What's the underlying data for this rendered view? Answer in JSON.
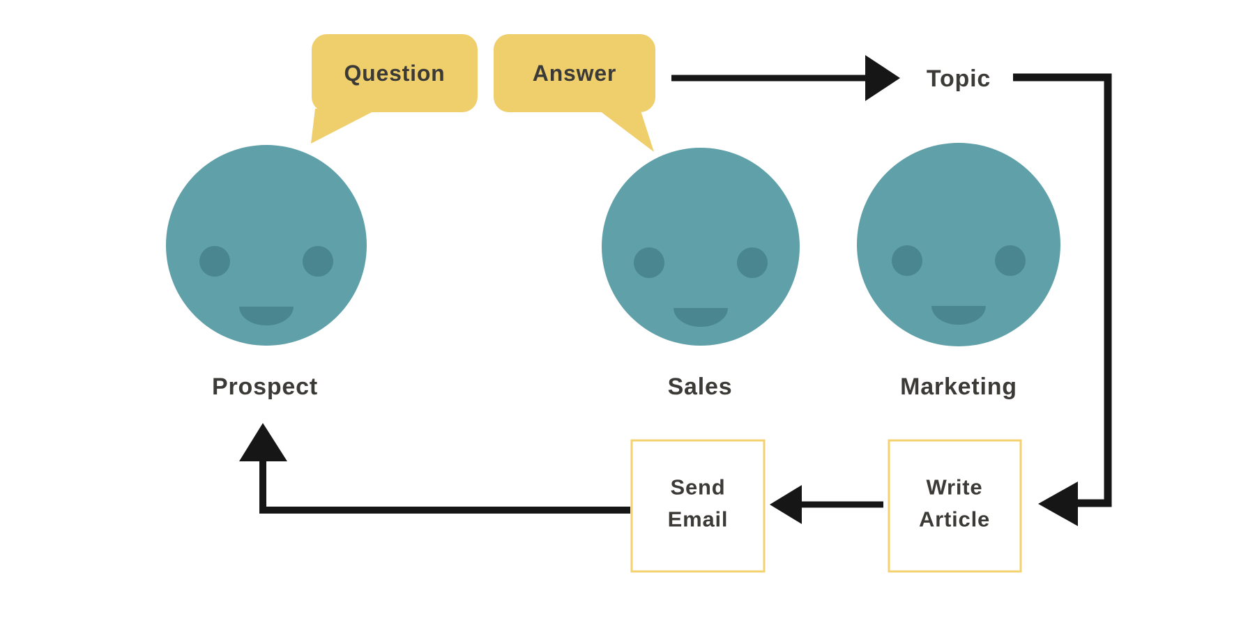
{
  "diagram": {
    "type": "flow",
    "bubbles": {
      "question": "Question",
      "answer": "Answer"
    },
    "topic_label": "Topic",
    "personas": {
      "prospect": "Prospect",
      "sales": "Sales",
      "marketing": "Marketing"
    },
    "boxes": {
      "send_email": {
        "line1": "Send",
        "line2": "Email"
      },
      "write_article": {
        "line1": "Write",
        "line2": "Article"
      }
    },
    "edges": [
      {
        "from": "prospect",
        "via": "question-bubble",
        "to": "sales"
      },
      {
        "from": "sales",
        "via": "answer-bubble",
        "to": "topic"
      },
      {
        "from": "topic",
        "to": "write-article"
      },
      {
        "from": "write-article",
        "to": "send-email"
      },
      {
        "from": "send-email",
        "to": "prospect"
      }
    ]
  },
  "colors": {
    "background": "#ffffff",
    "bubble_fill": "#EFCE6C",
    "face_fill": "#5FA0A9",
    "face_feature": "#4A868F",
    "arrow": "#161616",
    "text_dark": "#3B3A37",
    "box_border": "#F3D26F",
    "box_fill": "#ffffff"
  }
}
